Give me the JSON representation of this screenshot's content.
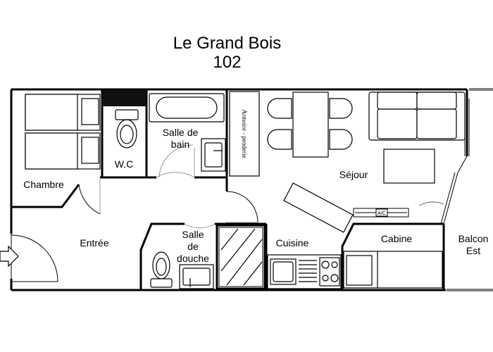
{
  "plan": {
    "name": "Le Grand Bois",
    "number": "102"
  },
  "rooms": {
    "chambre": "Chambre",
    "wc": "W.C",
    "salle_de_bain": [
      "Salle de",
      "bain"
    ],
    "armoire": "Armoire - penderie",
    "sejour": "Séjour",
    "entree": "Entrée",
    "salle_de_douche": [
      "Salle",
      "de",
      "douche"
    ],
    "cuisine": "Cuisine",
    "cabine": "Cabine",
    "balcon": [
      "Balcon",
      "Est"
    ],
    "ac": "A/C"
  }
}
